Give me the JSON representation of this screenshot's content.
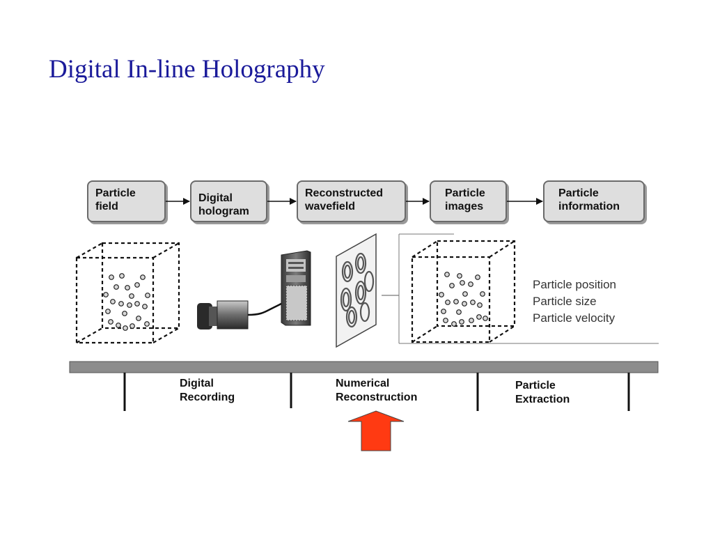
{
  "title": "Digital In-line Holography",
  "flow_steps": [
    {
      "line1": "Particle",
      "line2": "field"
    },
    {
      "line1": "Digital",
      "line2": "hologram"
    },
    {
      "line1": "Reconstructed",
      "line2": "wavefield"
    },
    {
      "line1": "Particle",
      "line2": "images"
    },
    {
      "line1": "Particle",
      "line2": "information"
    }
  ],
  "particle_info": [
    "Particle position",
    "Particle size",
    "Particle velocity"
  ],
  "stages": [
    {
      "line1": "Digital",
      "line2": "Recording"
    },
    {
      "line1": "Numerical",
      "line2": "Reconstruction"
    },
    {
      "line1": "Particle",
      "line2": "Extraction"
    }
  ],
  "colors": {
    "title": "#1a1a9a",
    "box_fill": "#dedede",
    "timeline_bar": "#8c8c8c",
    "highlight_arrow": "#ff3a12"
  }
}
